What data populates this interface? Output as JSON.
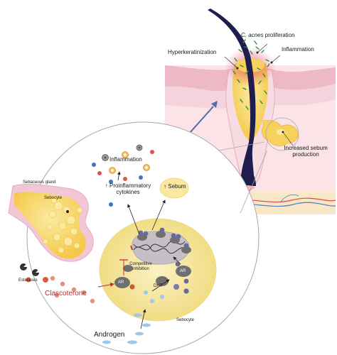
{
  "labels": {
    "c_acnes_proliferation": {
      "organism": "C. acnes",
      "rest": " proliferation"
    },
    "hyperkeratinization": "Hyperkeratinization",
    "inflammation_skin": "Inflammation",
    "increased_sebum": "Increased sebum production",
    "inflammation_cell": "Inflammation",
    "proinflammatory": "Proinflammatory cytokines",
    "sebum": "Sebum",
    "sebaceous_gland": "Sebaceous gland",
    "sebocyte_gland": "Sebocyte",
    "esterases": "Esterases",
    "clascoterone": "Clascoterone",
    "competitive_inhibition": "Competitive inhibition",
    "ar_left": "AR",
    "ar_right": "AR",
    "dht": "DHT",
    "androgen": "Androgen",
    "sebocyte_cell": "Sebocyte",
    "up_arrow": "↑"
  },
  "colors": {
    "skin_pink": "#f6cfd8",
    "skin_light": "#fbe3e8",
    "epidermis": "#eeb9c6",
    "sebum_yellow": "#f6d25c",
    "sebum_light": "#fbeaa0",
    "hair": "#1f1d4e",
    "bacteria": "#2f8a3c",
    "inflammation_red": "#e24b5c",
    "cell_yellow": "#f9edb5",
    "circle_border": "#a8a8a8",
    "arrow_blue": "#4f6fa3",
    "clascoterone_red": "#c6262e",
    "nucleus_purple": "#6a6a9a",
    "androgen_blue": "#9ec7e8"
  }
}
